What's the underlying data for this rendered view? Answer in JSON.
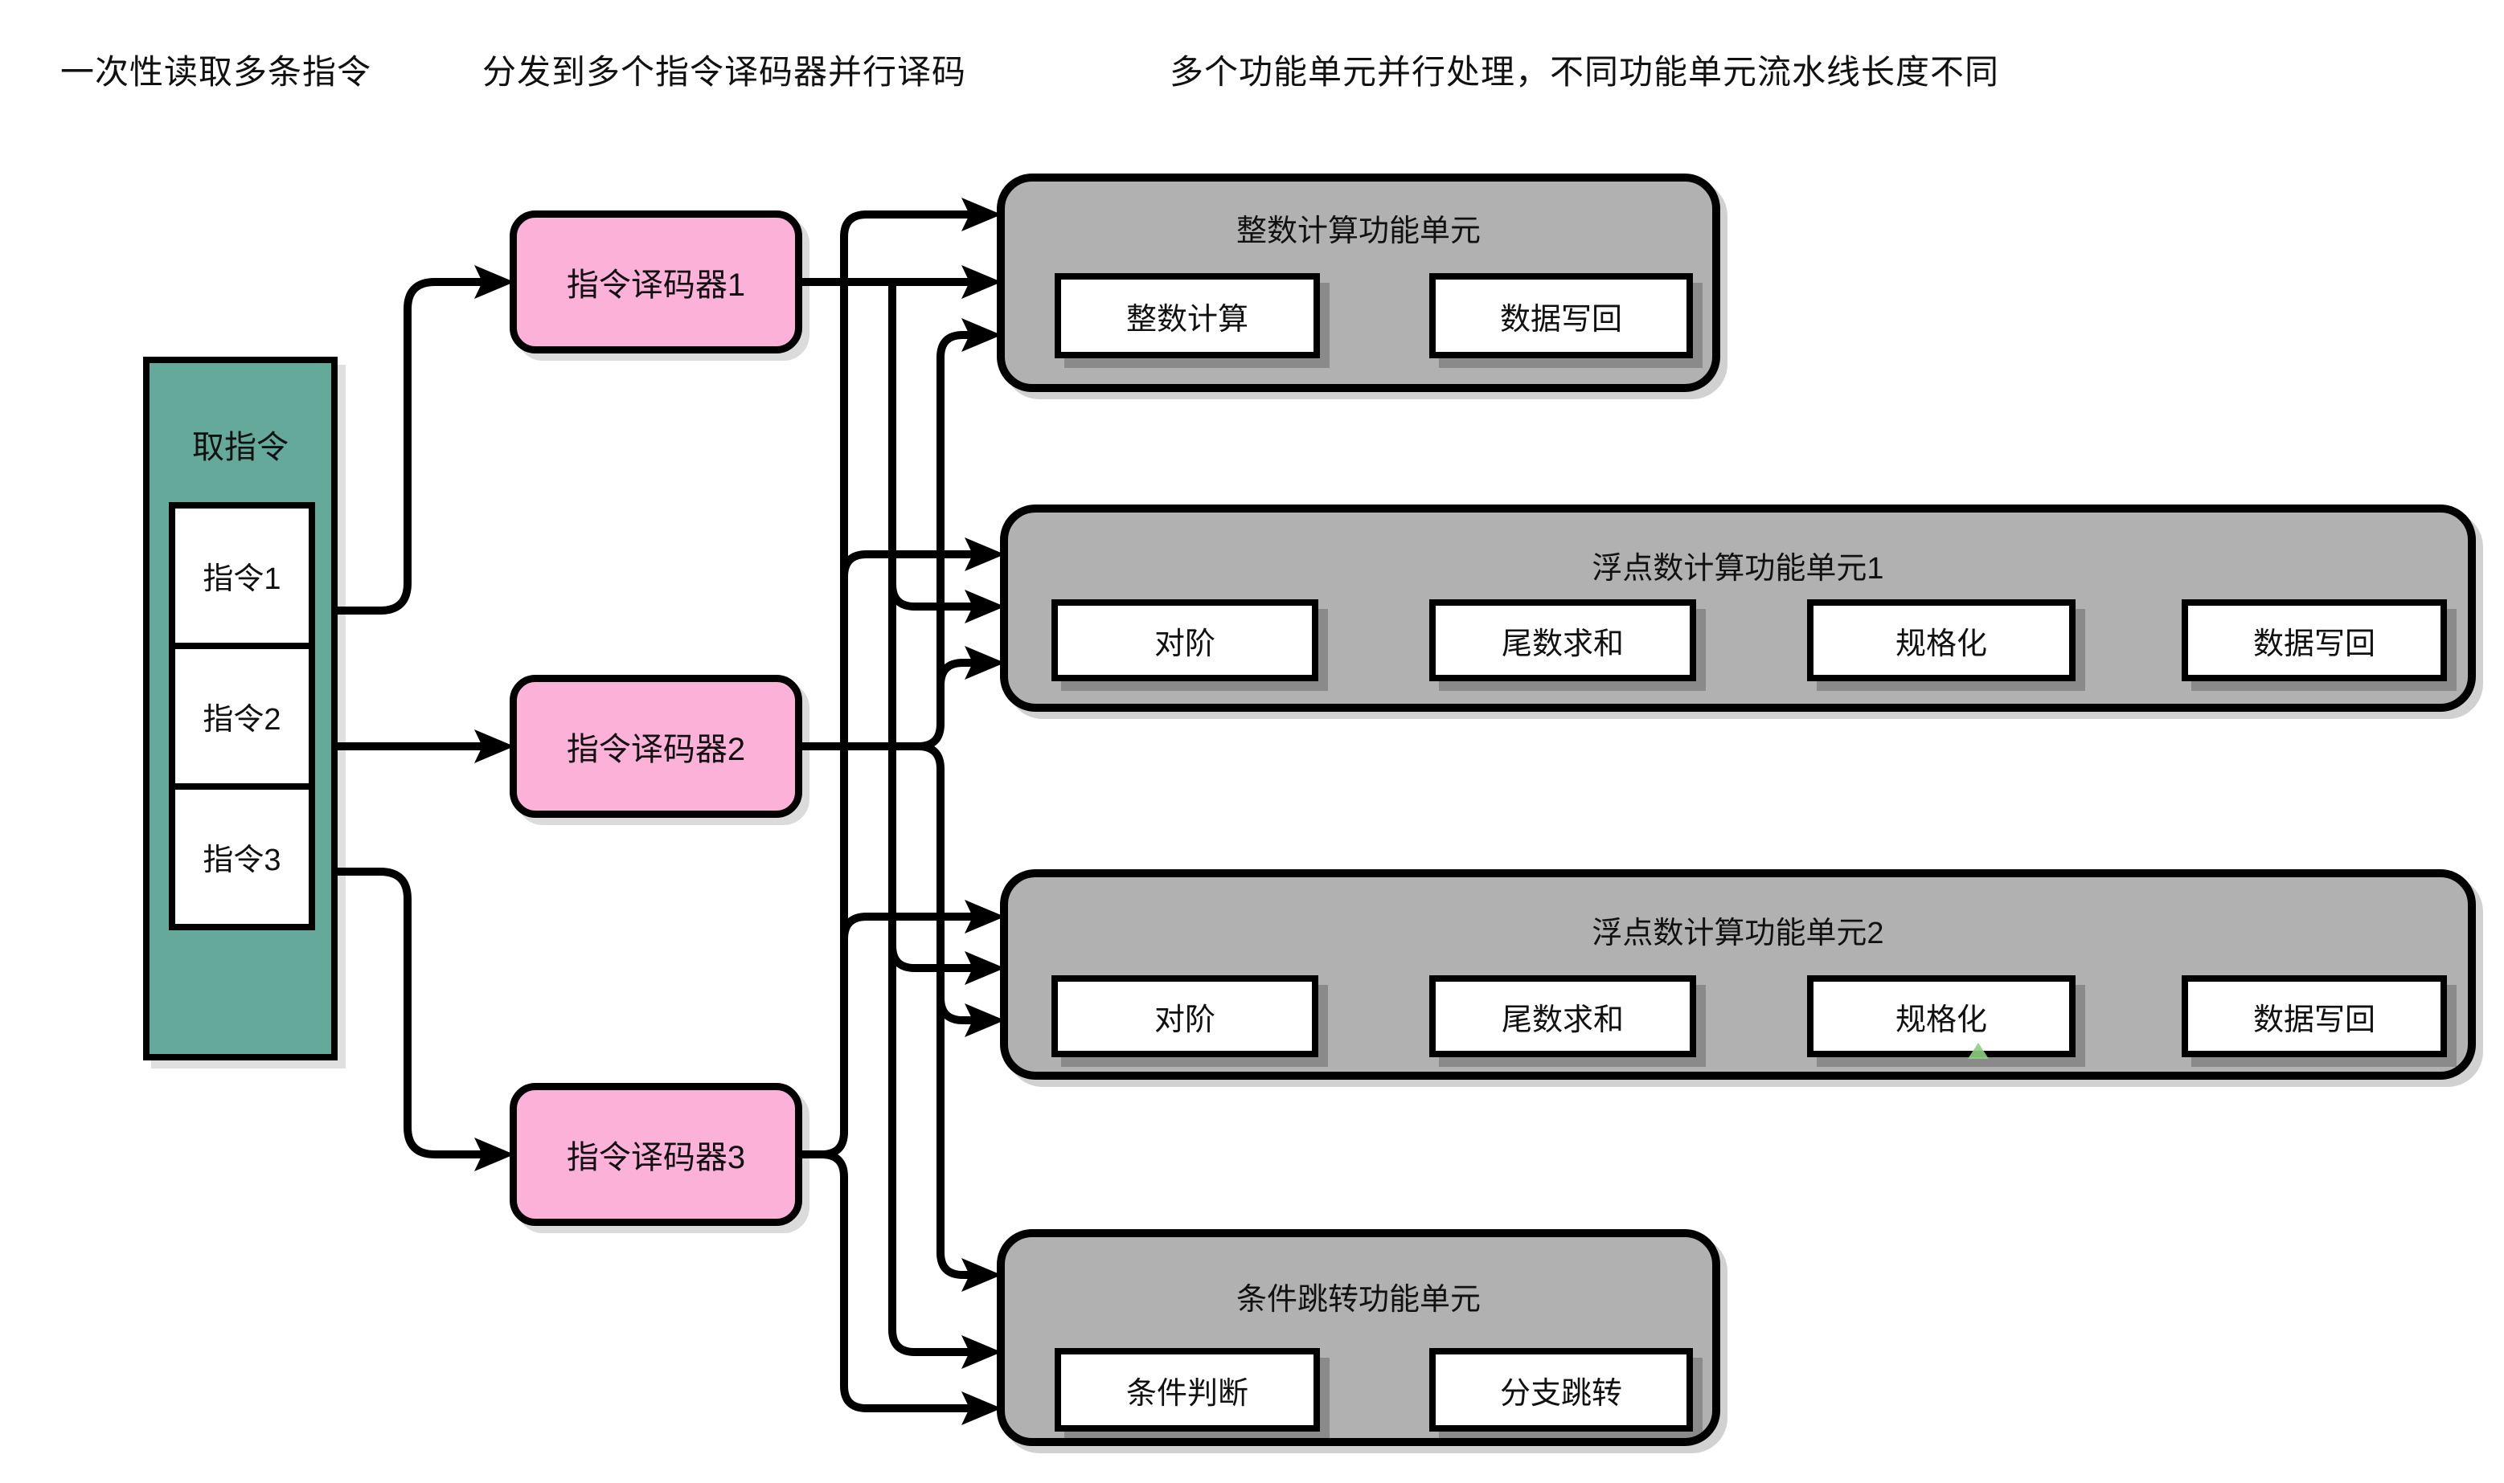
{
  "annotations": [
    {
      "text": "一次性读取多条指令"
    },
    {
      "text": "分发到多个指令译码器并行译码"
    },
    {
      "text": "多个功能单元并行处理，不同功能单元流水线长度不同"
    }
  ],
  "fetch": {
    "title": "取指令",
    "instructions": [
      "指令1",
      "指令2",
      "指令3"
    ]
  },
  "decoders": [
    {
      "label": "指令译码器1"
    },
    {
      "label": "指令译码器2"
    },
    {
      "label": "指令译码器3"
    }
  ],
  "units": [
    {
      "title": "整数计算功能单元",
      "stages": [
        "整数计算",
        "数据写回"
      ]
    },
    {
      "title": "浮点数计算功能单元1",
      "stages": [
        "对阶",
        "尾数求和",
        "规格化",
        "数据写回"
      ]
    },
    {
      "title": "浮点数计算功能单元2",
      "stages": [
        "对阶",
        "尾数求和",
        "规格化",
        "数据写回"
      ]
    },
    {
      "title": "条件跳转功能单元",
      "stages": [
        "条件判断",
        "分支跳转"
      ]
    }
  ],
  "colors": {
    "fetch_green": "#65A99B",
    "decoder_pink": "#FCB1D9",
    "unit_gray": "#B1B1B1",
    "connector_black": "#000000",
    "caret_green": "#8FCE7E",
    "background": "#FFFFFF",
    "text": "#111111"
  }
}
